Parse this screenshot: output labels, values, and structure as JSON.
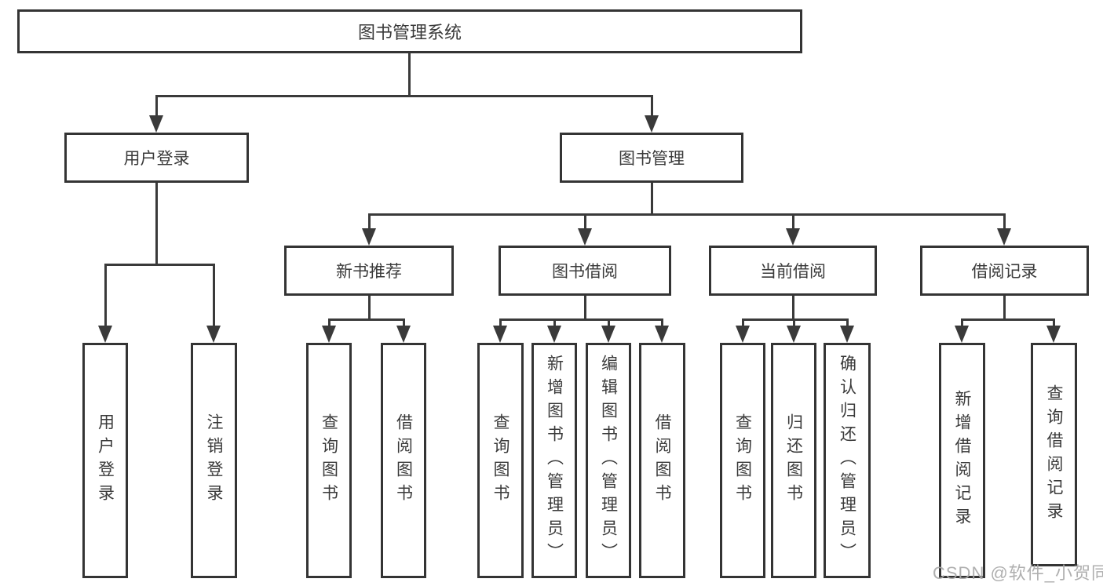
{
  "colors": {
    "line": "#3a3a3a",
    "box_border": "#343434",
    "text": "#3a3a3a",
    "background": "#ffffff",
    "watermark": "#a8a8a8"
  },
  "tree": {
    "root": {
      "label": "图书管理系统",
      "children": [
        {
          "label": "用户登录",
          "children": [
            {
              "label": "用户登录"
            },
            {
              "label": "注销登录"
            }
          ]
        },
        {
          "label": "图书管理",
          "children": [
            {
              "label": "新书推荐",
              "children": [
                {
                  "label": "查询图书"
                },
                {
                  "label": "借阅图书"
                }
              ]
            },
            {
              "label": "图书借阅",
              "children": [
                {
                  "label": "查询图书"
                },
                {
                  "label": "新增图书（管理员）"
                },
                {
                  "label": "编辑图书（管理员）"
                },
                {
                  "label": "借阅图书"
                }
              ]
            },
            {
              "label": "当前借阅",
              "children": [
                {
                  "label": "查询图书"
                },
                {
                  "label": "归还图书"
                },
                {
                  "label": "确认归还（管理员）"
                }
              ]
            },
            {
              "label": "借阅记录",
              "children": [
                {
                  "label": "新增借阅记录"
                },
                {
                  "label": "查询借阅记录"
                }
              ]
            }
          ]
        }
      ]
    }
  },
  "watermark": {
    "text": "CSDN @软件_小贺同学"
  }
}
